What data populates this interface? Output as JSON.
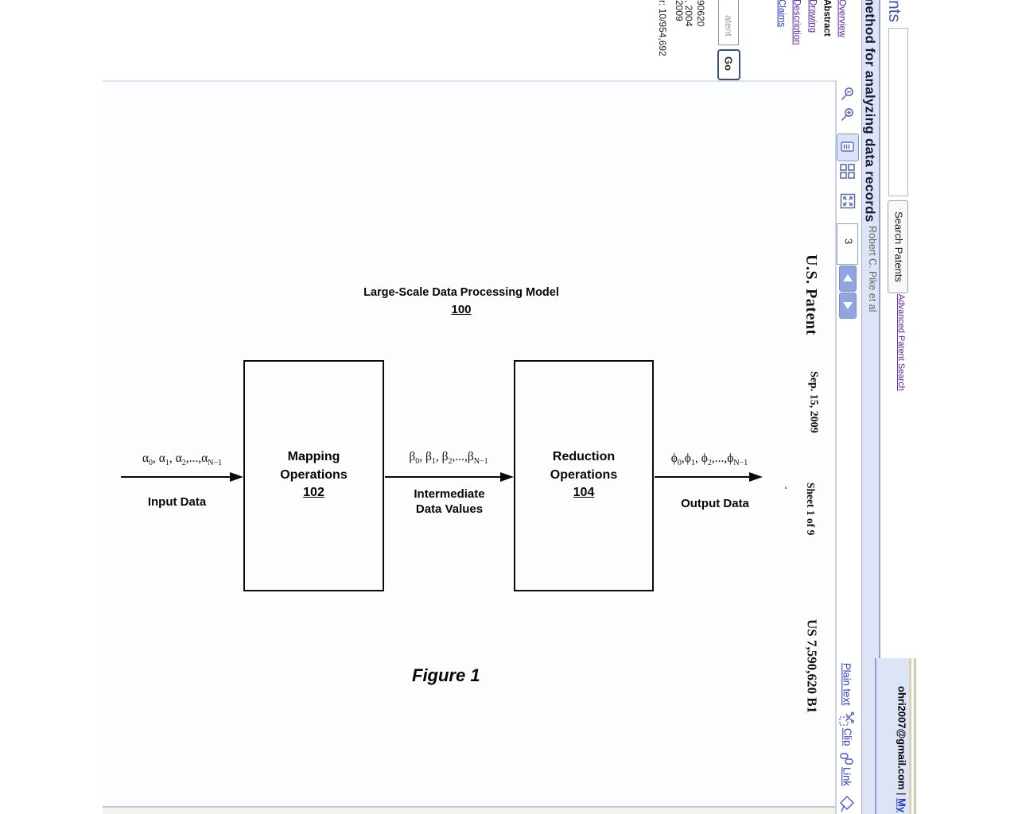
{
  "header": {
    "logo_fragment": "nts",
    "search_input_value": "",
    "search_button_label": "Search Patents",
    "advanced_search_label": "Advanced Patent Search",
    "account_email": "ohri2007@gmail.com",
    "account_separator": " | ",
    "account_link_fragment": "My"
  },
  "title_bar": {
    "title_fragment": "method for analyzing data records",
    "byline": "Robert C. Pike et al"
  },
  "sidebar": {
    "links": [
      {
        "label": "Overview",
        "state": "visited"
      },
      {
        "label": "Abstract",
        "state": "current"
      },
      {
        "label": "Drawing",
        "state": "visited"
      },
      {
        "label": "Description",
        "state": "visited"
      },
      {
        "label": "Claims",
        "state": "link"
      }
    ],
    "find_input_value_fragment": "atent",
    "go_button_label": "Go",
    "metadata_fragments": [
      "90620",
      ", 2004",
      "2009",
      "r: 10/954,692"
    ]
  },
  "viewer_toolbar": {
    "page_input_value": "3",
    "icons": [
      "zoom-out",
      "zoom-in",
      "single-page-view",
      "grid-view",
      "fullscreen",
      "prev-page",
      "next-page"
    ],
    "links": {
      "plain_text": "Plain text",
      "clip": "Clip",
      "link": "Link"
    }
  },
  "sheet": {
    "header_left": "U.S. Patent",
    "header_date": "Sep. 15, 2009",
    "header_sheet": "Sheet 1 of 9",
    "header_number": "US 7,590,620 B1"
  },
  "figure": {
    "title": "Large-Scale Data Processing Model",
    "title_ref": "100",
    "boxes": [
      {
        "line1": "Mapping",
        "line2": "Operations",
        "ref": "102"
      },
      {
        "line1": "Reduction",
        "line2": "Operations",
        "ref": "104"
      }
    ],
    "arrow_labels": [
      {
        "pairs": [
          [
            "α",
            "0"
          ],
          [
            ", α",
            "1"
          ],
          [
            ", α",
            "2"
          ],
          [
            ",...,α",
            "N−1"
          ]
        ],
        "caption": "Input Data"
      },
      {
        "pairs": [
          [
            "β",
            "0"
          ],
          [
            ", β",
            "1"
          ],
          [
            ", β",
            "2"
          ],
          [
            ",...,β",
            "N−1"
          ]
        ],
        "caption": "Intermediate",
        "caption2": "Data Values"
      },
      {
        "pairs": [
          [
            "ϕ",
            "0"
          ],
          [
            ",ϕ",
            "1"
          ],
          [
            ", ϕ",
            "2"
          ],
          [
            ",...,ϕ",
            "N−1"
          ]
        ],
        "caption": "Output Data"
      }
    ],
    "figure_caption": "Figure 1"
  },
  "colors": {
    "lavender": "#dce4f6",
    "strip_border": "#8ea2cf",
    "link_blue": "#2433c8",
    "visited_purple": "#5e24a8",
    "icon_blue": "#5b6dae",
    "nav_button": "#92a4e0",
    "viewer_border_gray": "#c6c6c6",
    "khaki_band": "#d8d4bb"
  }
}
